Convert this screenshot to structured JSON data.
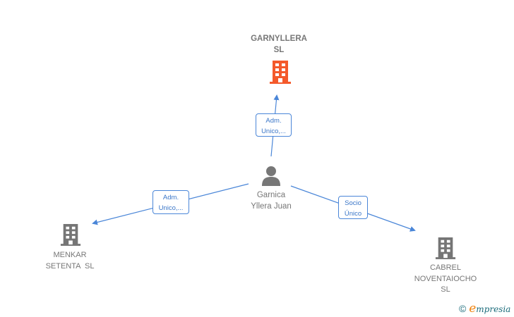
{
  "nodes": {
    "garnyllera": {
      "line1": "GARNYLLERA",
      "line2": "SL",
      "color": "#f4592b"
    },
    "person": {
      "line1": "Garnica",
      "line2": "Yllera Juan"
    },
    "menkar": {
      "line1": "MENKAR",
      "line2": "SETENTA  SL"
    },
    "cabrel": {
      "line1": "CABREL",
      "line2": "NOVENTAIOCHO",
      "line3": "SL"
    }
  },
  "edges": {
    "to_garnyllera": {
      "line1": "Adm.",
      "line2": "Unico,..."
    },
    "to_menkar": {
      "line1": "Adm.",
      "line2": "Unico,..."
    },
    "to_cabrel": {
      "line1": "Socio",
      "line2": "Único"
    }
  },
  "brand": {
    "copyright": "©",
    "initial": "e",
    "rest": "mpresia"
  },
  "colors": {
    "edge": "#4a86d8",
    "node_gray": "#757575",
    "accent": "#f4592b"
  }
}
